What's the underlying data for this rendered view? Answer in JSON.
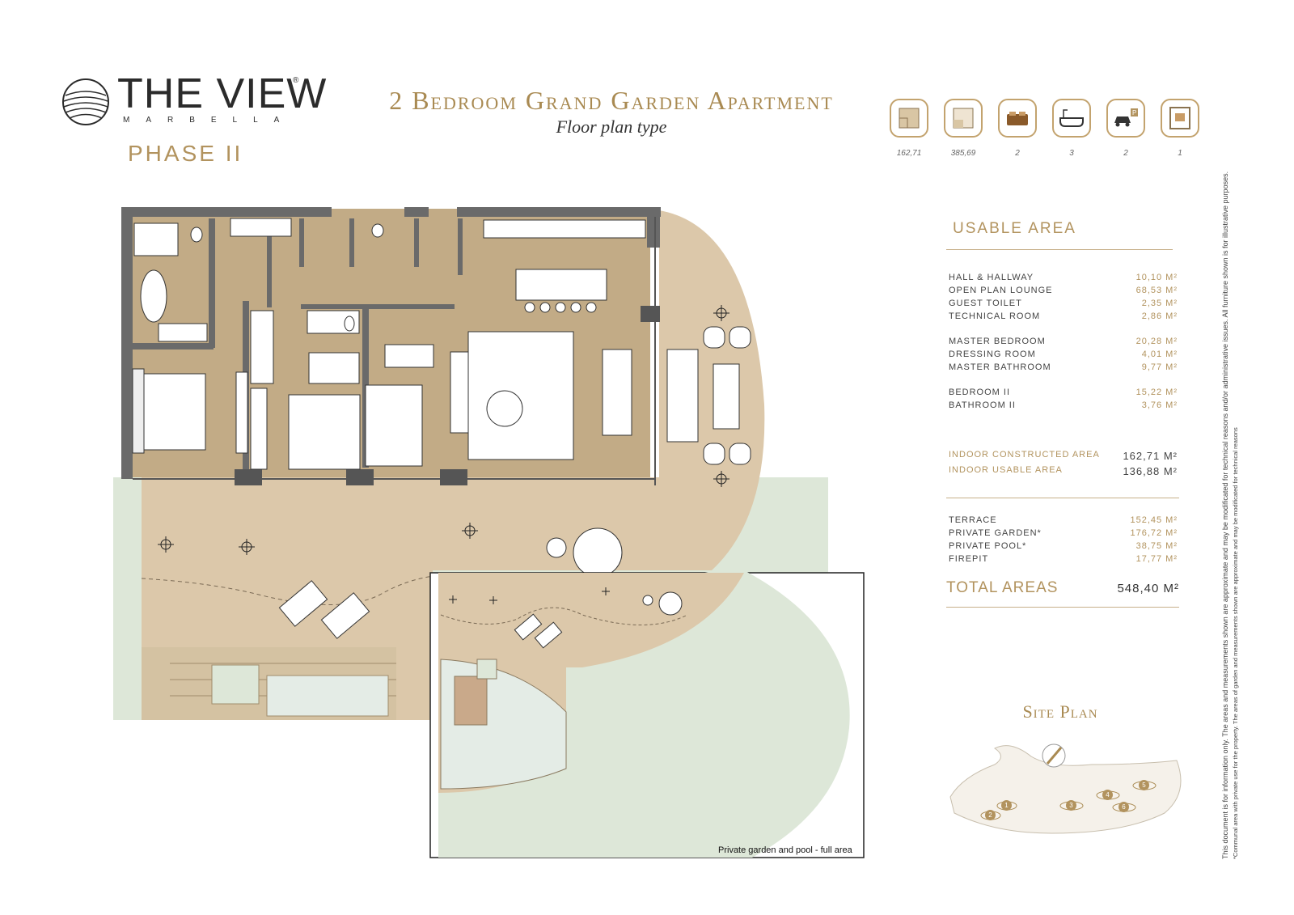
{
  "header": {
    "brand_title": "THE VIEW",
    "brand_registered": "®",
    "brand_subtitle": "MARBELLA",
    "phase": "PHASE II",
    "plan_title": "2 Bedroom Grand Garden Apartment",
    "plan_subtitle": "Floor plan type"
  },
  "icons": [
    {
      "icon": "constructed-area-icon",
      "value": "162,71"
    },
    {
      "icon": "total-area-icon",
      "value": "385,69"
    },
    {
      "icon": "bed-icon",
      "value": "2"
    },
    {
      "icon": "bathtub-icon",
      "value": "3"
    },
    {
      "icon": "parking-icon",
      "value": "2"
    },
    {
      "icon": "storage-icon",
      "value": "1"
    }
  ],
  "usable_area": {
    "title": "USABLE AREA",
    "group1": [
      {
        "name": "HALL & HALLWAY",
        "value": "10,10 M²"
      },
      {
        "name": "OPEN PLAN LOUNGE",
        "value": "68,53 M²"
      },
      {
        "name": "GUEST TOILET",
        "value": "2,35 M²"
      },
      {
        "name": "TECHNICAL ROOM",
        "value": "2,86 M²"
      }
    ],
    "group2": [
      {
        "name": "MASTER BEDROOM",
        "value": "20,28 M²"
      },
      {
        "name": "DRESSING ROOM",
        "value": "4,01 M²"
      },
      {
        "name": "MASTER BATHROOM",
        "value": "9,77 M²"
      }
    ],
    "group3": [
      {
        "name": "BEDROOM II",
        "value": "15,22 M²"
      },
      {
        "name": "BATHROOM II",
        "value": "3,76 M²"
      }
    ],
    "indoor": [
      {
        "name": "INDOOR CONSTRUCTED AREA",
        "value": "162,71 M²"
      },
      {
        "name": "INDOOR USABLE AREA",
        "value": "136,88 M²"
      }
    ],
    "outdoor": [
      {
        "name": "TERRACE",
        "value": "152,45 M²"
      },
      {
        "name": "PRIVATE GARDEN*",
        "value": "176,72 M²"
      },
      {
        "name": "PRIVATE POOL*",
        "value": "38,75 M²"
      },
      {
        "name": "FIREPIT",
        "value": "17,77 M²"
      }
    ],
    "total_label": "TOTAL AREAS",
    "total_value": "548,40 M²"
  },
  "site_plan": {
    "title": "Site Plan",
    "markers": [
      "1",
      "2",
      "3",
      "4",
      "5",
      "6"
    ]
  },
  "inset_caption": "Private garden and pool - full area",
  "disclaimer": {
    "line1": "This document is for information only. The areas and measurements shown are approximate and may be modificated for technical reasons and/or administrative issues. All furniture shown is for illustrative purposes.",
    "line2": "*Communal area with private use for the property. The areas of garden and measurements shown are approximate and may be modificated for technical reasons"
  },
  "colors": {
    "gold": "#b2935e",
    "floor": "#c2ab86",
    "terrace": "#dcc8aa",
    "garden": "#dde7d8",
    "wall": "#6a6a6a"
  }
}
